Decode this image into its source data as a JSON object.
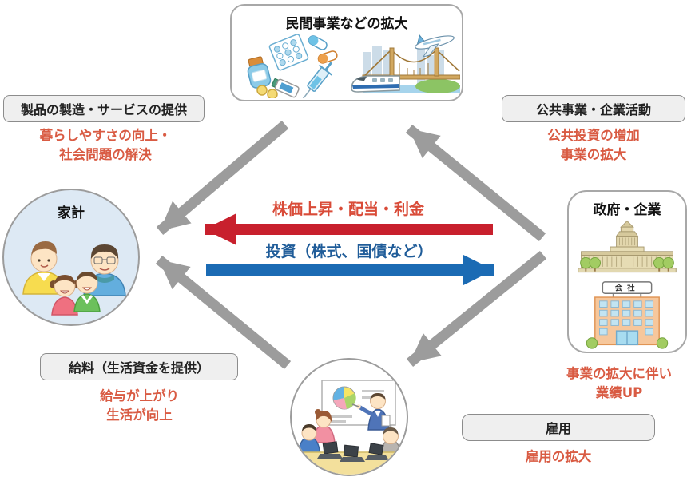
{
  "colors": {
    "gray_arrow": "#9c9c9c",
    "red_arrow": "#c8202d",
    "blue_arrow": "#1b6bb4",
    "note_text": "#d95b43",
    "returns_text": "#d94b38",
    "investment_text": "#1f5c99"
  },
  "top_box": {
    "title": "民間事業などの拡大"
  },
  "household": {
    "title": "家計"
  },
  "government": {
    "title": "政府・企業",
    "company_sign": "会社"
  },
  "flows": {
    "returns_label": "株価上昇・配当・利金",
    "investment_label": "投資（株式、国債など）"
  },
  "annotations": {
    "products": {
      "label": "製品の製造・サービスの提供",
      "note_line1": "暮らしやすさの向上・",
      "note_line2": "社会問題の解決"
    },
    "public_works": {
      "label": "公共事業・企業活動",
      "note_line1": "公共投資の増加",
      "note_line2": "事業の拡大"
    },
    "salary": {
      "label": "給料（生活資金を提供）",
      "note_line1": "給与が上がり",
      "note_line2": "生活が向上"
    },
    "performance": {
      "note_line1": "事業の拡大に伴い",
      "note_line2": "業績UP"
    },
    "employment": {
      "label": "雇用",
      "note": "雇用の拡大"
    }
  }
}
